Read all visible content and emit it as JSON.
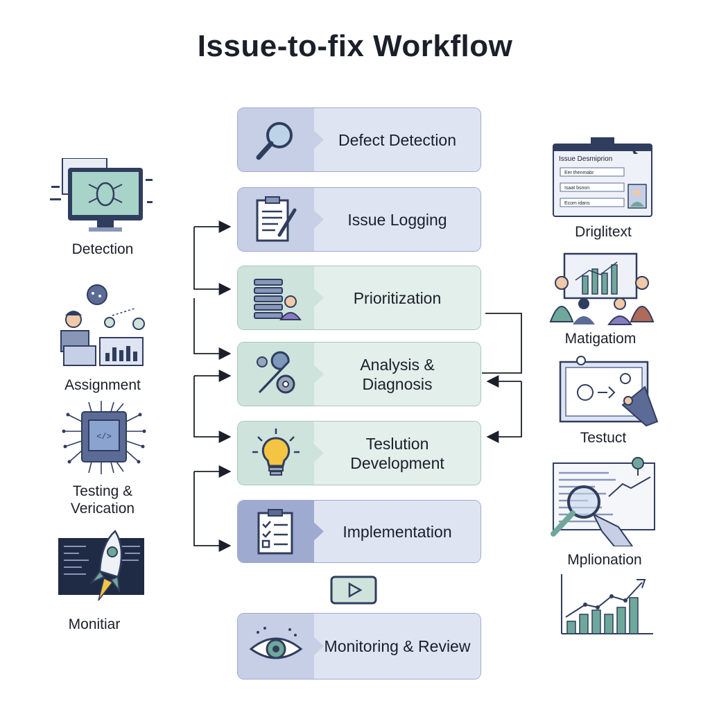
{
  "title": "Issue-to-fix Workflow",
  "steps": [
    {
      "label": "Defect Detection",
      "icon": "magnifier-icon",
      "color": "blue"
    },
    {
      "label": "Issue Logging",
      "icon": "clipboard-pen-icon",
      "color": "blue"
    },
    {
      "label": "Prioritization",
      "icon": "stack-person-icon",
      "color": "green"
    },
    {
      "label": "Analysis &\nDiagnosis",
      "icon": "wrench-gear-icon",
      "color": "green"
    },
    {
      "label": "Teslution\nDevelopment",
      "icon": "lightbulb-icon",
      "color": "green"
    },
    {
      "label": "Implementation",
      "icon": "checklist-icon",
      "color": "blue"
    },
    {
      "label": "Monitoring & Review",
      "icon": "eye-icon",
      "color": "blue"
    }
  ],
  "left_panels": [
    {
      "label": "Detection",
      "icon": "monitor-bug-icon"
    },
    {
      "label": "Assignment",
      "icon": "person-virus-chart-icon"
    },
    {
      "label": "Testing &\nVerication",
      "icon": "chip-icon"
    },
    {
      "label": "Monitiar",
      "icon": "rocket-icon"
    }
  ],
  "right_panels": [
    {
      "label": "Driglitext",
      "icon": "issue-form-window-icon",
      "form": {
        "title": "Issue Desmiprion",
        "field1": "Eer thenmabr",
        "field2": "Isaat bsnon",
        "field3": "Ecom idans"
      }
    },
    {
      "label": "Matigatiom",
      "icon": "team-presentation-icon"
    },
    {
      "label": "Testuct",
      "icon": "whiteboard-hand-icon"
    },
    {
      "label": "Mplionation",
      "icon": "document-magnifier-icon"
    },
    {
      "label": "",
      "icon": "growth-chart-icon"
    }
  ],
  "center_extra_icon": "play-button-icon",
  "colors": {
    "blue_fill": "#dfe4f3",
    "blue_icon_bg": "#c6cfe6",
    "green_fill": "#e2efea",
    "green_icon_bg": "#cde3dc",
    "navy": "#2f3d5e",
    "teal": "#6fa89a",
    "accent_yellow": "#f4c542"
  }
}
